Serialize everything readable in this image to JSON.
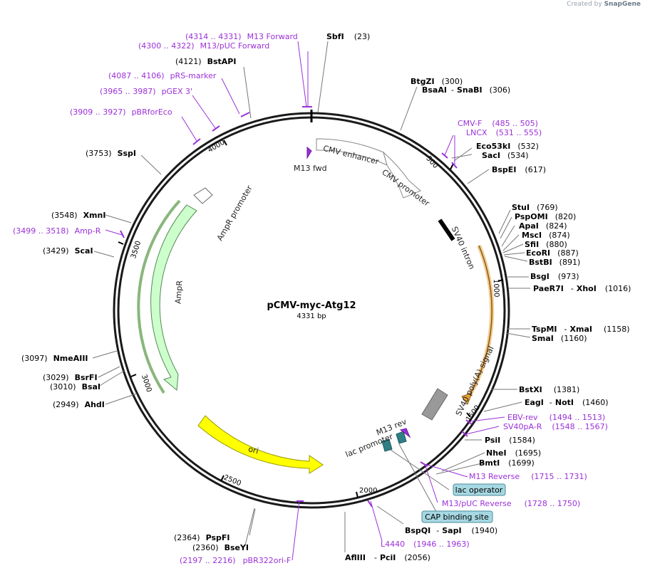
{
  "credit": {
    "prefix": "Created by",
    "brand": "SnapGene"
  },
  "plasmid": {
    "name": "pCMV-myc-Atg12",
    "size": "4331 bp"
  },
  "ring_ticks": [
    "500",
    "1000",
    "1500",
    "2000",
    "2500",
    "3000",
    "3500",
    "4000"
  ],
  "features": {
    "cmv_enhancer": "CMV enhancer",
    "cmv_promoter": "CMV promoter",
    "m13_fwd": "M13 fwd",
    "sv40_intron": "SV40 intron",
    "sv40_polya": "SV40 poly(A) signal",
    "m13_rev": "M13 rev",
    "lac_promoter": "lac promoter",
    "ori": "ori",
    "ampr": "AmpR",
    "ampr_promoter": "AmpR promoter"
  },
  "sites": {
    "sbfi": {
      "name": "SbfI",
      "pos": "(23)"
    },
    "btgzi": {
      "name": "BtgZI",
      "pos": "(300)"
    },
    "bsaai": {
      "name": "BsaAI",
      "sep": "-",
      "name2": "SnaBI",
      "pos": "(306)"
    },
    "eco53ki": {
      "name": "Eco53kI",
      "pos": "(532)"
    },
    "saci": {
      "name": "SacI",
      "pos": "(534)"
    },
    "bspei": {
      "name": "BspEI",
      "pos": "(617)"
    },
    "stui": {
      "name": "StuI",
      "pos": "(769)"
    },
    "pspomi": {
      "name": "PspOMI",
      "pos": "(820)"
    },
    "apai": {
      "name": "ApaI",
      "pos": "(824)"
    },
    "msci": {
      "name": "MscI",
      "pos": "(874)"
    },
    "sfii": {
      "name": "SfiI",
      "pos": "(880)"
    },
    "ecori": {
      "name": "EcoRI",
      "pos": "(887)"
    },
    "bstbi": {
      "name": "BstBI",
      "pos": "(891)"
    },
    "bsgi": {
      "name": "BsgI",
      "pos": "(973)"
    },
    "paer7i": {
      "name": "PaeR7I",
      "sep": "-",
      "name2": "XhoI",
      "pos": "(1016)"
    },
    "tspmi": {
      "name": "TspMI",
      "sep": "-",
      "name2": "XmaI",
      "pos": "(1158)"
    },
    "smai": {
      "name": "SmaI",
      "pos": "(1160)"
    },
    "bstxi": {
      "name": "BstXI",
      "pos": "(1381)"
    },
    "eagi": {
      "name": "EagI",
      "sep": "-",
      "name2": "NotI",
      "pos": "(1460)"
    },
    "psii": {
      "name": "PsiI",
      "pos": "(1584)"
    },
    "nhei": {
      "name": "NheI",
      "pos": "(1695)"
    },
    "bmti": {
      "name": "BmtI",
      "pos": "(1699)"
    },
    "bspqi": {
      "name": "BspQI",
      "sep": "-",
      "name2": "SapI",
      "pos": "(1940)"
    },
    "afliii": {
      "name": "AflIII",
      "sep": "-",
      "name2": "PciI",
      "pos": "(2056)"
    },
    "pspfi": {
      "name": "PspFI",
      "pos": "(2364)"
    },
    "bseyi": {
      "name": "BseYI",
      "pos": "(2360)"
    },
    "ahdi": {
      "name": "AhdI",
      "pos": "(2949)"
    },
    "bsai": {
      "name": "BsaI",
      "pos": "(3010)"
    },
    "bsrfi": {
      "name": "BsrFI",
      "pos": "(3029)"
    },
    "nmeaiii": {
      "name": "NmeAIII",
      "pos": "(3097)"
    },
    "scai": {
      "name": "ScaI",
      "pos": "(3429)"
    },
    "xmni": {
      "name": "XmnI",
      "pos": "(3548)"
    },
    "sspi": {
      "name": "SspI",
      "pos": "(3753)"
    },
    "bstapi": {
      "name": "BstAPI",
      "pos": "(4121)"
    }
  },
  "primers": {
    "m13_forward": {
      "range": "(4314 .. 4331)",
      "name": "M13 Forward"
    },
    "m13puc_forward": {
      "range": "(4300 .. 4322)",
      "name": "M13/pUC Forward"
    },
    "prs_marker": {
      "range": "(4087 .. 4106)",
      "name": "pRS-marker"
    },
    "pgex3": {
      "range": "(3965 .. 3987)",
      "name": "pGEX 3'"
    },
    "pbrforeco": {
      "range": "(3909 .. 3927)",
      "name": "pBRforEco"
    },
    "cmv_f": {
      "name": "CMV-F",
      "range": "(485 .. 505)"
    },
    "lncx": {
      "name": "LNCX",
      "range": "(531 .. 555)"
    },
    "ebv_rev": {
      "name": "EBV-rev",
      "range": "(1494 .. 1513)"
    },
    "sv40pa_r": {
      "name": "SV40pA-R",
      "range": "(1548 .. 1567)"
    },
    "m13_reverse": {
      "name": "M13 Reverse",
      "range": "(1715 .. 1731)"
    },
    "m13puc_reverse": {
      "name": "M13/pUC Reverse",
      "range": "(1728 .. 1750)"
    },
    "l4440": {
      "name": "L4440",
      "range": "(1946 .. 1963)"
    },
    "pbr322ori_f": {
      "range": "(2197 .. 2216)",
      "name": "pBR322ori-F"
    },
    "amp_r": {
      "range": "(3499 .. 3518)",
      "name": "Amp-R"
    }
  },
  "boxes": {
    "lac_operator": "lac operator",
    "cap_site": "CAP binding site"
  },
  "colors": {
    "backbone": "#1a1a1a",
    "primer": "#9b30d9",
    "site_line": "#777777",
    "ori": "#ffff00",
    "ampr": "#ccffcc",
    "polya": "#999999",
    "sv40_intron": "#000000",
    "orange_feature": "#e8a33a",
    "box_fill": "#a6d8e3"
  }
}
